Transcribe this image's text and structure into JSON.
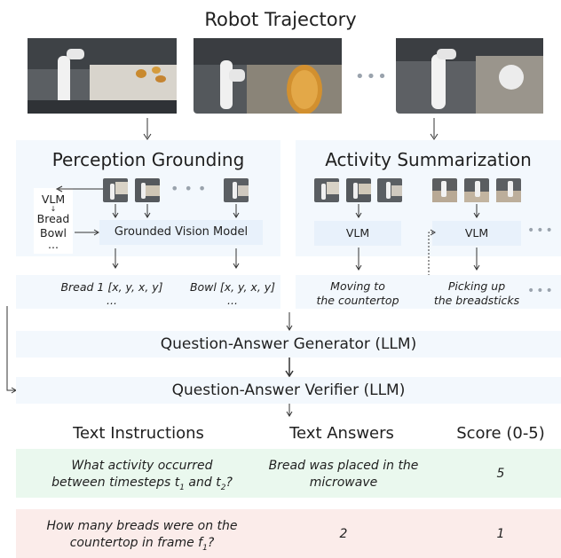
{
  "title": "Robot Trajectory",
  "ellipsis": "•••",
  "sections": {
    "perception": "Perception Grounding",
    "activity": "Activity Summarization"
  },
  "perception": {
    "vlm_list": {
      "vlm": "VLM",
      "bread": "Bread",
      "bowl": "Bowl",
      "more": "..."
    },
    "grounded_model": "Grounded Vision Model",
    "outputs": {
      "bread": "Bread 1 [x, y, x, y]",
      "bowl": "Bowl [x, y, x, y]",
      "more": "..."
    }
  },
  "activity": {
    "vlm": "VLM",
    "outputs": {
      "first_line1": "Moving to",
      "first_line2": "the countertop",
      "second_line1": "Picking up",
      "second_line2": "the breadsticks"
    }
  },
  "generator": "Question-Answer Generator (LLM)",
  "verifier": "Question-Answer Verifier (LLM)",
  "table": {
    "headers": [
      "Text Instructions",
      "Text Answers",
      "Score (0-5)"
    ],
    "rows": [
      {
        "instruction_line1": "What activity occurred",
        "instruction_line2": "between timesteps t",
        "instruction_sub1": "1",
        "instruction_mid": " and t",
        "instruction_sub2": "2",
        "instruction_end": "?",
        "answer_line1": "Bread was placed in the",
        "answer_line2": "microwave",
        "score": "5",
        "tone": "#eaf8ee"
      },
      {
        "instruction_line1": "How many breads were on the",
        "instruction_line2": "countertop in frame f",
        "instruction_sub1": "1",
        "instruction_end": "?",
        "answer_line1": "2",
        "score": "1",
        "tone": "#fbecea"
      }
    ]
  }
}
